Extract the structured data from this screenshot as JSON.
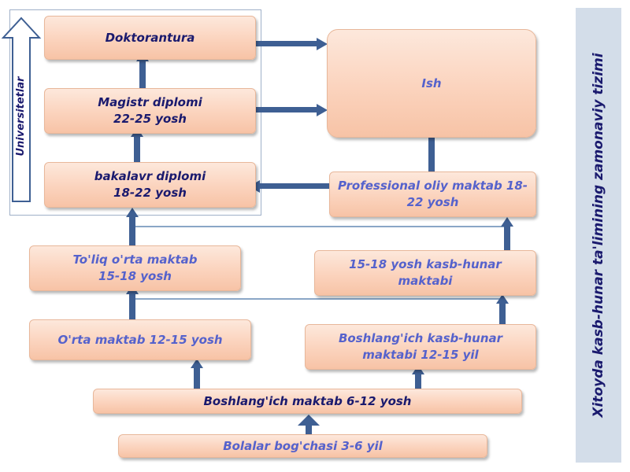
{
  "title": "Xitoyda kasb-hunar ta'limining zamonaviy tizimi",
  "universities_label": "Universitetlar",
  "boxes": {
    "doktorantura": "Doktorantura",
    "ish": "Ish",
    "magistr": "Magistr diplomi\n22-25 yosh",
    "bakalavr": "bakalavr diplomi\n18-22 yosh",
    "professional_oliy": "Professional oliy maktab 18-\n22 yosh",
    "toliq_orta": "To'liq o'rta maktab\n15-18 yosh",
    "kasb_hunar_15_18": "15-18 yosh kasb-hunar\nmaktabi",
    "orta_maktab": "O'rta maktab 12-15 yosh",
    "boshlangich_kasb_hunar": "Boshlang'ich kasb-hunar\nmaktabi 12-15 yil",
    "boshlangich_maktab": "Boshlang'ich maktab 6-12 yosh",
    "bogcha": "Bolalar bog'chasi 3-6 yil"
  },
  "colors": {
    "box_fill": "#fbd3bd",
    "connector": "#3e5f93",
    "dark_text": "#1a1a6e",
    "blue_text": "#5562cc",
    "banner": "#d3dde9"
  }
}
